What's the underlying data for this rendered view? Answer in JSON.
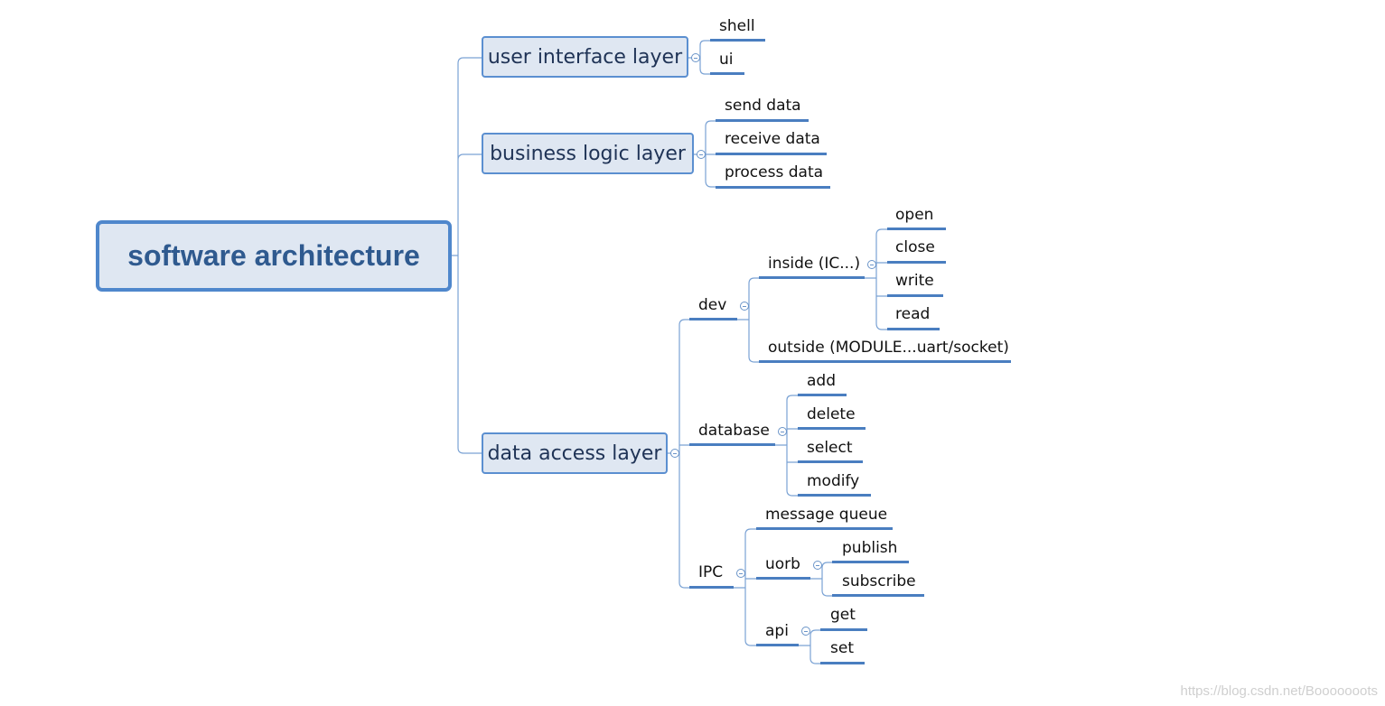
{
  "root": {
    "label": "software architecture"
  },
  "layers": {
    "ui": {
      "label": "user interface layer",
      "children": [
        "shell",
        "ui"
      ]
    },
    "biz": {
      "label": "business logic layer",
      "children": [
        "send data",
        "receive data",
        "process data"
      ]
    },
    "dal": {
      "label": "data access layer",
      "dev": {
        "label": "dev",
        "inside": {
          "label": "inside (IC...)",
          "children": [
            "open",
            "close",
            "write",
            "read"
          ]
        },
        "outside": {
          "label": "outside (MODULE...uart/socket)"
        }
      },
      "database": {
        "label": "database",
        "children": [
          "add",
          "delete",
          "select",
          "modify"
        ]
      },
      "ipc": {
        "label": "IPC",
        "message_queue": {
          "label": "message queue"
        },
        "uorb": {
          "label": "uorb",
          "children": [
            "publish",
            "subscribe"
          ]
        },
        "api": {
          "label": "api",
          "children": [
            "get",
            "set"
          ]
        }
      }
    }
  },
  "watermark": "https://blog.csdn.net/Booooooots",
  "colors": {
    "connector": "#7aa2d4",
    "underline": "#4a7ec0",
    "box_fill": "#dfe7f2",
    "box_border": "#5b8fd0",
    "root_text": "#2f5a8f"
  }
}
